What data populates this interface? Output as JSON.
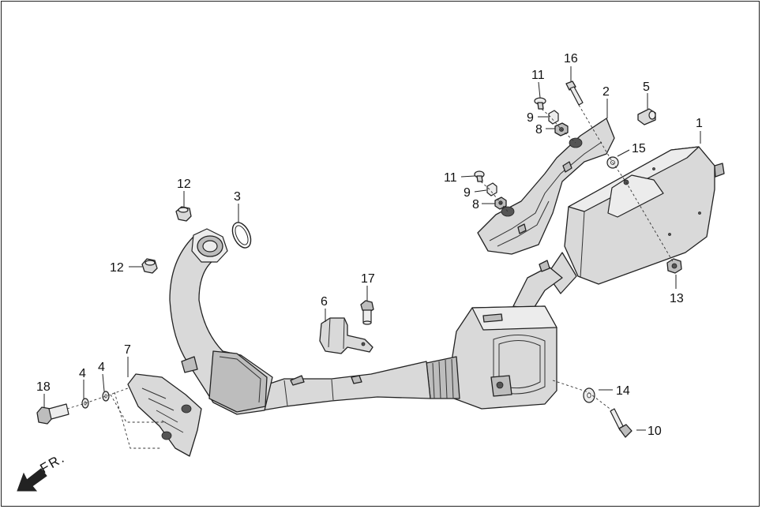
{
  "callouts": {
    "c1": "1",
    "c2": "2",
    "c3": "3",
    "c4a": "4",
    "c4b": "4",
    "c5": "5",
    "c6": "6",
    "c7": "7",
    "c8a": "8",
    "c8b": "8",
    "c9a": "9",
    "c9b": "9",
    "c10": "10",
    "c11a": "11",
    "c11b": "11",
    "c12a": "12",
    "c12b": "12",
    "c13": "13",
    "c14": "14",
    "c15": "15",
    "c16": "16",
    "c17": "17",
    "c18": "18"
  },
  "direction": {
    "label": "FR."
  },
  "colors": {
    "line": "#222222",
    "fill": "#d9d9d9",
    "background": "#ffffff"
  }
}
